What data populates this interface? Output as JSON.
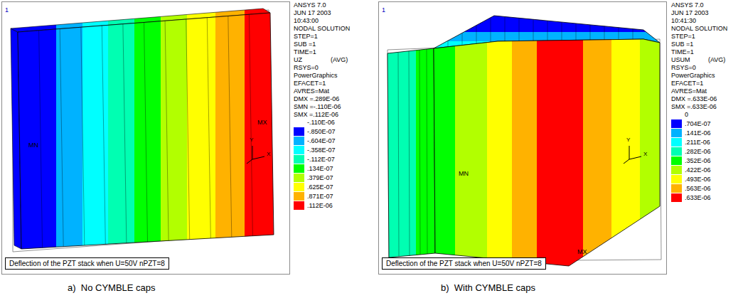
{
  "diagram": {
    "nodes": [
      {
        "text": [
          "1"
        ]
      },
      {
        "text": [
          "Deflection of the PZT stack when U=50V nPZT=8"
        ],
        "in": 0
      },
      {
        "text": [
          "1"
        ]
      },
      {
        "text": [
          "Deflection of the PZT stack when U=50V nPZT=8"
        ],
        "in": 2
      }
    ],
    "labels": [
      "ANSYS 7.0",
      "JUN 17 2003",
      "10:43:00",
      "NODAL SOLUTION",
      "STEP=1",
      "SUB =1",
      "TIME=1",
      "UZ",
      "(AVG)",
      "RSYS=0",
      "PowerGraphics",
      "EFACET=1",
      "AVRES=Mat",
      "DMX =.289E-06",
      "SMN =-.110E-06",
      "SMX =.112E-06",
      "-.110E-06",
      "MN",
      "MX",
      "Y",
      "X",
      "a)  No CYMBLE caps",
      "ANSYS 7.0",
      "JUN 17 2003",
      "10:41:30",
      "NODAL SOLUTION",
      "STEP=1",
      "SUB =1",
      "TIME=1",
      "USUM",
      "(AVG)",
      "RSYS=0",
      "PowerGraphics",
      "EFACET=1",
      "AVRES=Mat",
      "DMX =.633E-06",
      "SMX =.633E-06",
      "0",
      "MN",
      "MX",
      "Y",
      "X",
      "b)  With CYMBLE caps"
    ],
    "legend": [
      {
        "text": "-.850E-07",
        "color": "#0000ff"
      },
      {
        "text": "-.604E-07",
        "color": "#00b2ff"
      },
      {
        "text": "-.358E-07",
        "color": "#00ffff"
      },
      {
        "text": "-.112E-07",
        "color": "#00ffb2"
      },
      {
        "text": ".134E-07",
        "color": "#00ff00"
      },
      {
        "text": ".379E-07",
        "color": "#b2ff00"
      },
      {
        "text": ".625E-07",
        "color": "#ffff00"
      },
      {
        "text": ".871E-07",
        "color": "#ffb200"
      },
      {
        "text": ".112E-06",
        "color": "#ff0000"
      },
      {
        "text": ".704E-07",
        "color": "#0000ff"
      },
      {
        "text": ".141E-06",
        "color": "#00b2ff"
      },
      {
        "text": ".211E-06",
        "color": "#00ffff"
      },
      {
        "text": ".282E-06",
        "color": "#00ffb2"
      },
      {
        "text": ".352E-06",
        "color": "#00ff00"
      },
      {
        "text": ".422E-06",
        "color": "#b2ff00"
      },
      {
        "text": ".493E-06",
        "color": "#ffff00"
      },
      {
        "text": ".563E-06",
        "color": "#ffb200"
      },
      {
        "text": ".633E-06",
        "color": "#ff0000"
      }
    ]
  }
}
